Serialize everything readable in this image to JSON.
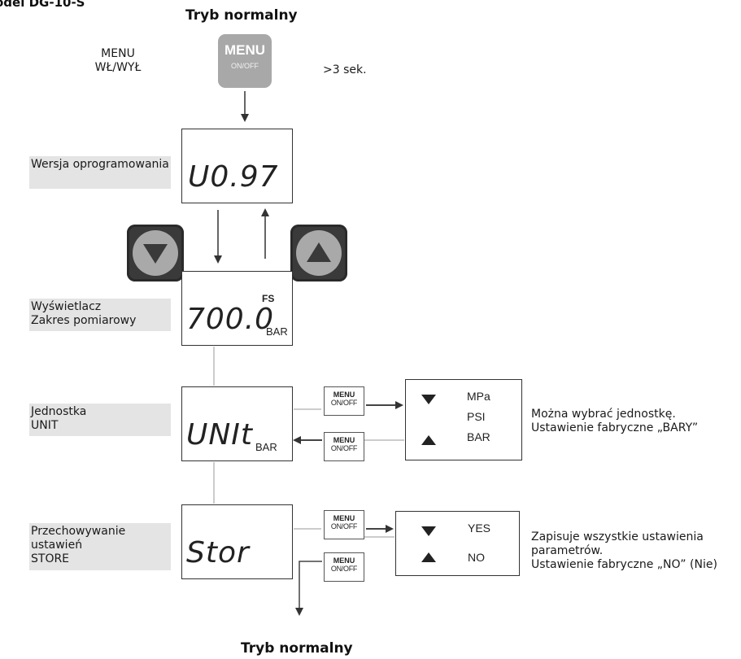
{
  "header_fragment": "odel DG-10-S",
  "top_title": "Tryb normalny",
  "bottom_title": "Tryb normalny",
  "menu_key": {
    "line1": "MENU",
    "line2": "WŁ/WYŁ",
    "btn_top": "MENU",
    "btn_bottom": "ON/OFF",
    "hold": ">3 sek."
  },
  "software": {
    "label": "Wersja oprogramowania",
    "display": "U0.97"
  },
  "display_range": {
    "label_line1": "Wyświetlacz",
    "label_line2": "Zakres pomiarowy",
    "display": "700.0",
    "fs": "FS",
    "unit": "BAR"
  },
  "unit_step": {
    "label_line1": "Jednostka",
    "label_line2": "UNIT",
    "display": "UNIt",
    "unit": "BAR",
    "options": [
      "MPa",
      "PSI",
      "BAR"
    ],
    "note_line1": "Można wybrać jednostkę.",
    "note_line2": "Ustawienie fabryczne „BARY”"
  },
  "store_step": {
    "label_line1": "Przechowywanie",
    "label_line2": "ustawień",
    "label_line3": "STORE",
    "display": "Stor",
    "options": [
      "YES",
      "NO"
    ],
    "note_line1": "Zapisuje wszystkie ustawienia",
    "note_line2": "parametrów.",
    "note_line3": "Ustawienie fabryczne „NO” (Nie)"
  },
  "small_button": {
    "top": "MENU",
    "bottom": "ON/OFF"
  },
  "icons": [
    "menu-onoff-button-icon",
    "down-arrow-button-icon",
    "up-arrow-button-icon",
    "down-triangle-icon",
    "up-triangle-icon",
    "arrow-icon"
  ]
}
